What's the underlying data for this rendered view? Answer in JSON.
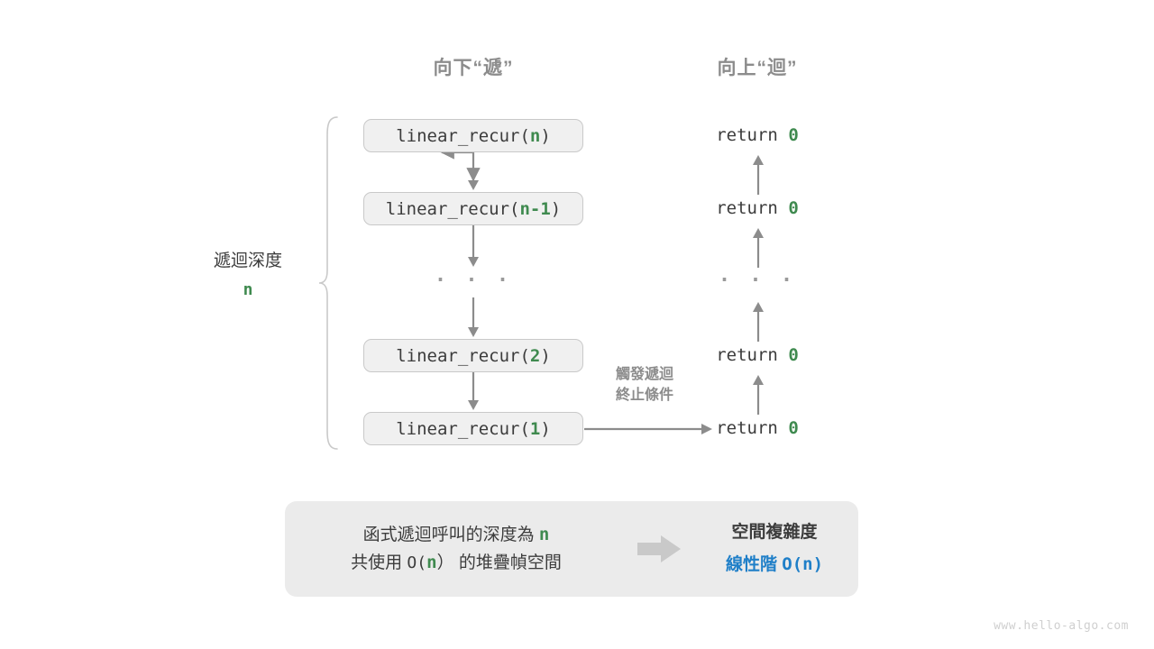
{
  "headers": {
    "down": "向下“遞”",
    "up": "向上“迴”"
  },
  "depth": {
    "label": "遞迴深度",
    "value": "n"
  },
  "calls": [
    {
      "prefix": "linear_recur(",
      "arg": "n",
      "suffix": ")"
    },
    {
      "prefix": "linear_recur(",
      "arg": "n-1",
      "suffix": ")"
    },
    {
      "prefix": "linear_recur(",
      "arg": "2",
      "suffix": ")"
    },
    {
      "prefix": "linear_recur(",
      "arg": "1",
      "suffix": ")"
    }
  ],
  "ellipsis": "· · ·",
  "returns": [
    {
      "keyword": "return ",
      "value": "0"
    },
    {
      "keyword": "return ",
      "value": "0"
    },
    {
      "keyword": "return ",
      "value": "0"
    },
    {
      "keyword": "return ",
      "value": "0"
    }
  ],
  "trigger_note": {
    "line1": "觸發遞迴",
    "line2": "終止條件"
  },
  "summary": {
    "left_line1_a": "函式遞迴呼叫的深度為 ",
    "left_line1_n": "n",
    "left_line2_a": "共使用 ",
    "left_line2_b": "O(",
    "left_line2_n": "n",
    "left_line2_c": "）",
    "left_line2_d": " 的堆疊幀空間",
    "right_title": "空間複雜度",
    "right_value_text": "線性階 ",
    "right_value_mono": "O(n)"
  },
  "watermark": "www.hello-algo.com",
  "colors": {
    "background": "#ffffff",
    "box_fill": "#f0f0f0",
    "box_border": "#c9c9c9",
    "text_dark": "#3c3c3c",
    "text_gray": "#8c8c8c",
    "accent_green": "#3f8a4f",
    "accent_blue": "#1f7fc8",
    "panel_fill": "#ebebeb",
    "arrow_gray": "#8c8c8c",
    "watermark_gray": "#cfcfcf"
  }
}
